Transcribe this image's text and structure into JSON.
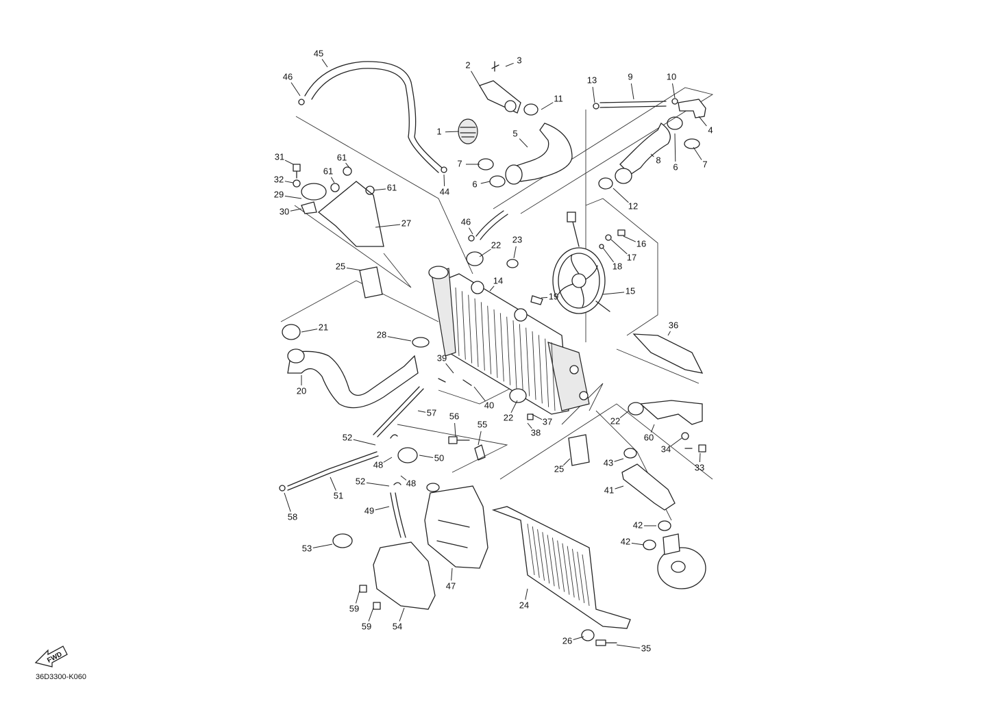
{
  "diagram": {
    "document_code": "36D3300-K060",
    "direction_arrow": {
      "label": "FWD",
      "icon": "fwd-arrow-icon"
    },
    "part_labels": [
      {
        "n": "1"
      },
      {
        "n": "2"
      },
      {
        "n": "3"
      },
      {
        "n": "4"
      },
      {
        "n": "5"
      },
      {
        "n": "6"
      },
      {
        "n": "6"
      },
      {
        "n": "7"
      },
      {
        "n": "7"
      },
      {
        "n": "8"
      },
      {
        "n": "9"
      },
      {
        "n": "10"
      },
      {
        "n": "11"
      },
      {
        "n": "12"
      },
      {
        "n": "13"
      },
      {
        "n": "14"
      },
      {
        "n": "15"
      },
      {
        "n": "16"
      },
      {
        "n": "17"
      },
      {
        "n": "18"
      },
      {
        "n": "19"
      },
      {
        "n": "20"
      },
      {
        "n": "21"
      },
      {
        "n": "22"
      },
      {
        "n": "22"
      },
      {
        "n": "22"
      },
      {
        "n": "23"
      },
      {
        "n": "24"
      },
      {
        "n": "25"
      },
      {
        "n": "25"
      },
      {
        "n": "26"
      },
      {
        "n": "27"
      },
      {
        "n": "28"
      },
      {
        "n": "29"
      },
      {
        "n": "30"
      },
      {
        "n": "31"
      },
      {
        "n": "32"
      },
      {
        "n": "33"
      },
      {
        "n": "34"
      },
      {
        "n": "35"
      },
      {
        "n": "36"
      },
      {
        "n": "37"
      },
      {
        "n": "38"
      },
      {
        "n": "39"
      },
      {
        "n": "40"
      },
      {
        "n": "41"
      },
      {
        "n": "42"
      },
      {
        "n": "42"
      },
      {
        "n": "43"
      },
      {
        "n": "44"
      },
      {
        "n": "45"
      },
      {
        "n": "46"
      },
      {
        "n": "46"
      },
      {
        "n": "47"
      },
      {
        "n": "48"
      },
      {
        "n": "48"
      },
      {
        "n": "49"
      },
      {
        "n": "50"
      },
      {
        "n": "51"
      },
      {
        "n": "52"
      },
      {
        "n": "52"
      },
      {
        "n": "53"
      },
      {
        "n": "54"
      },
      {
        "n": "55"
      },
      {
        "n": "56"
      },
      {
        "n": "57"
      },
      {
        "n": "58"
      },
      {
        "n": "59"
      },
      {
        "n": "59"
      },
      {
        "n": "60"
      },
      {
        "n": "61"
      },
      {
        "n": "61"
      },
      {
        "n": "61"
      }
    ]
  }
}
